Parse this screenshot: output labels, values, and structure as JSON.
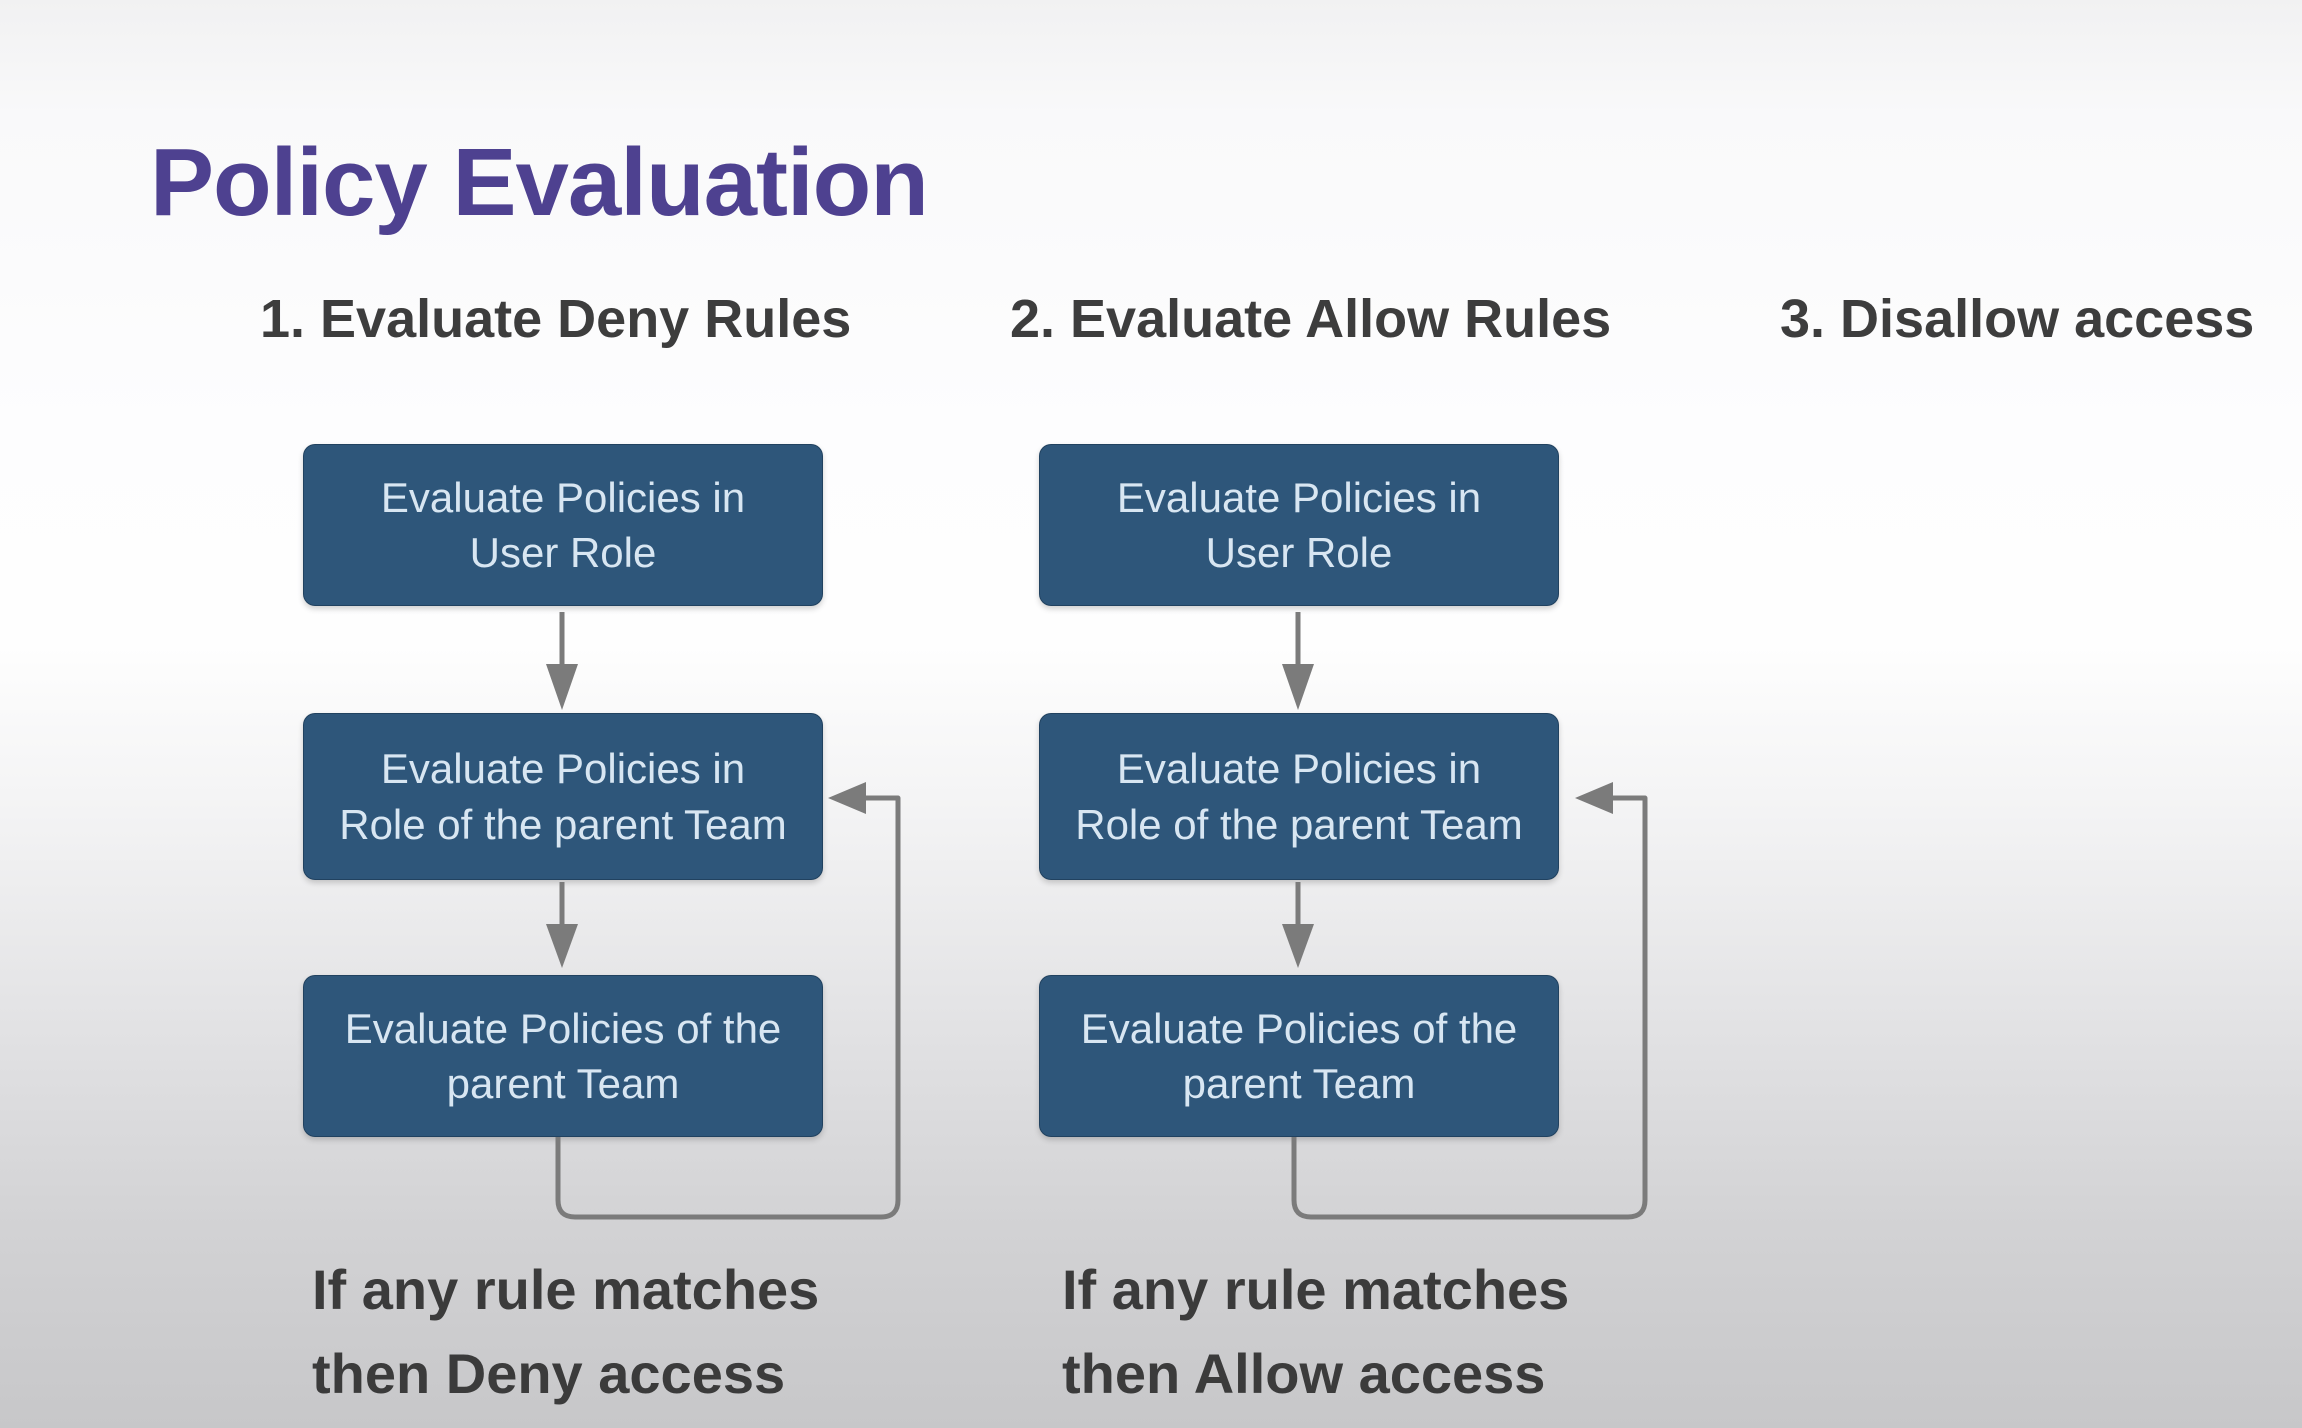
{
  "slide": {
    "title": "Policy Evaluation",
    "columns": [
      {
        "header": "1. Evaluate Deny Rules",
        "boxes": [
          {
            "lines": [
              "Evaluate Policies in",
              "User Role"
            ]
          },
          {
            "lines": [
              "Evaluate Policies in",
              "Role of the parent Team"
            ]
          },
          {
            "lines": [
              "Evaluate Policies of the",
              "parent Team"
            ]
          }
        ],
        "caption_lines": [
          "If any rule matches",
          "then Deny access"
        ]
      },
      {
        "header": "2. Evaluate Allow Rules",
        "boxes": [
          {
            "lines": [
              "Evaluate Policies in",
              "User Role"
            ]
          },
          {
            "lines": [
              "Evaluate Policies in",
              "Role of the parent Team"
            ]
          },
          {
            "lines": [
              "Evaluate Policies of the",
              "parent Team"
            ]
          }
        ],
        "caption_lines": [
          "If any rule matches",
          "then Allow access"
        ]
      },
      {
        "header": "3. Disallow access",
        "boxes": [],
        "caption_lines": []
      }
    ],
    "colors": {
      "title_text": "#4e4190",
      "heading_text": "#3d3d3d",
      "box_fill": "#2e567a",
      "box_text": "#d8e6f2",
      "arrow": "#7b7b7b",
      "background_top": "#f1f1f2",
      "background_bottom": "#c7c7c9"
    }
  }
}
